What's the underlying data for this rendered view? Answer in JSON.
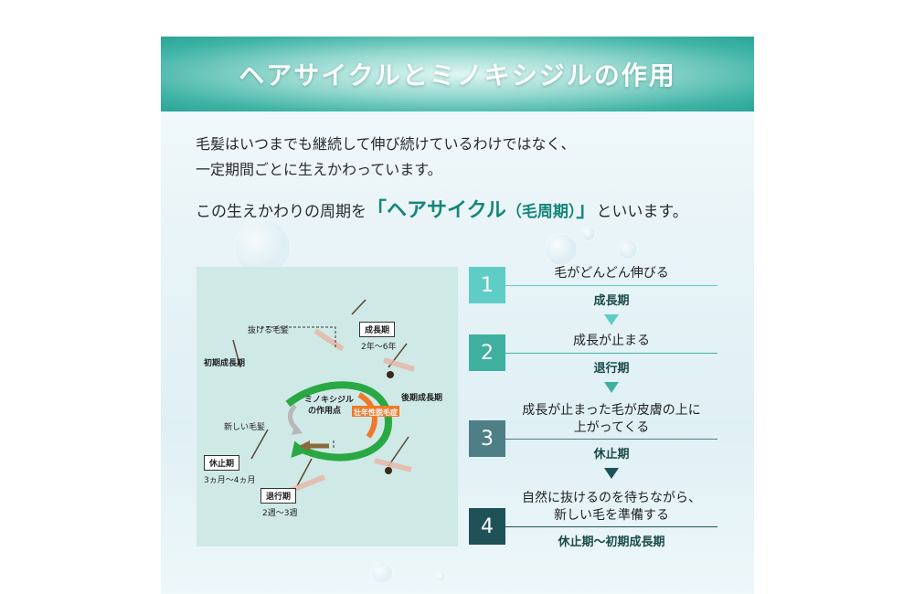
{
  "banner": {
    "title": "ヘアサイクルとミノキシジルの作用"
  },
  "intro": {
    "line1": "毛髪はいつまでも継続して伸び続けているわけではなく、",
    "line2": "一定期間ごとに生えかわっています。"
  },
  "cycle_sentence": {
    "before": "この生えかわりの周期を",
    "open_bracket": "「",
    "term": "ヘアサイクル",
    "term_sub": "（毛周期）",
    "close_bracket": "」",
    "after": "といいます。"
  },
  "diagram": {
    "label_nukeru": "抜ける毛髪",
    "label_seichoki": "成長期",
    "label_seichoki_dur": "2年～6年",
    "label_shoki": "初期成長期",
    "label_minoxidil": "ミノキシジル",
    "label_minoxidil2": "の作用点",
    "label_koki": "後期成長期",
    "label_soseki": "壮年性脱毛症",
    "label_atarashii": "新しい毛髪",
    "label_kyushi": "休止期",
    "label_kyushi_dur": "3ヵ月～4ヵ月",
    "label_taiko": "退行期",
    "label_taiko_dur": "2週～3週"
  },
  "steps": [
    {
      "num": "1",
      "desc": "毛がどんどん伸びる",
      "phase": "成長期",
      "color": "#5fcdc6"
    },
    {
      "num": "2",
      "desc": "成長が止まる",
      "phase": "退行期",
      "color": "#3fb0a0"
    },
    {
      "num": "3",
      "desc1": "成長が止まった毛が皮膚の上に",
      "desc2": "上がってくる",
      "phase": "休止期",
      "color": "#4e7f86"
    },
    {
      "num": "4",
      "desc1": "自然に抜けるのを待ちながら、",
      "desc2": "新しい毛を準備する",
      "phase": "休止期～初期成長期",
      "color": "#1e5258"
    }
  ]
}
